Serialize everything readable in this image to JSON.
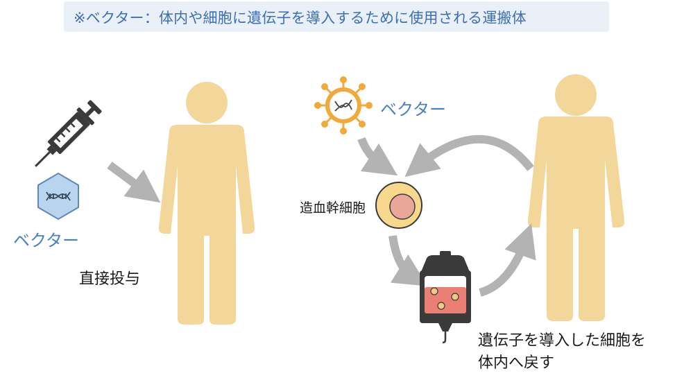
{
  "banner": {
    "text": "※ベクター：体内や細胞に遺伝子を導入するために使用される運搬体"
  },
  "left": {
    "vector_label": "ベクター",
    "method_label": "直接投与"
  },
  "right": {
    "vector_label": "ベクター",
    "stem_cell_label": "造血幹細胞",
    "return_label_line1": "遺伝子を導入した細胞を",
    "return_label_line2": "体内へ戻す"
  },
  "colors": {
    "person": "#f3d79a",
    "arrow": "#b3b3b3",
    "syringe": "#3a3a3a",
    "vector_hex_fill": "#b9d4ef",
    "vector_hex_stroke": "#5f88b8",
    "virus": "#f2a93b",
    "cell_outer": "#f8d88c",
    "cell_inner": "#e9a79a",
    "bag_liquid": "#ea7f74",
    "bag_body": "#3a3a3a",
    "banner_text": "#3b6fb6"
  }
}
